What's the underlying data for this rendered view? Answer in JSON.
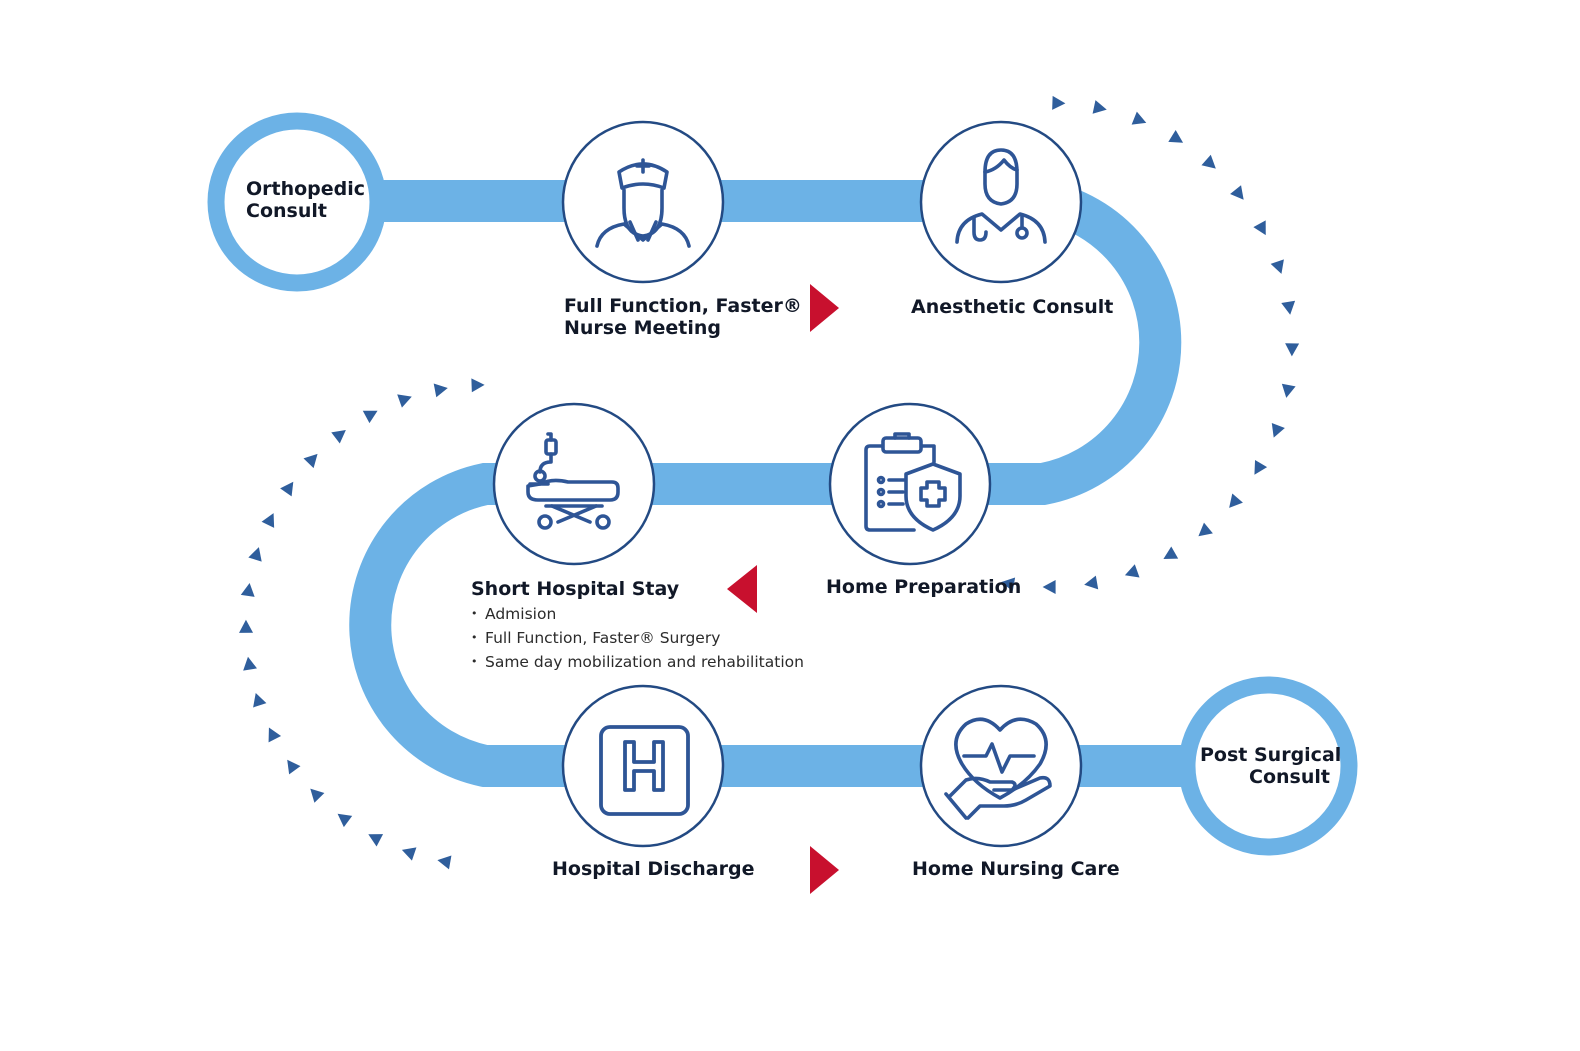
{
  "colors": {
    "path": "#6cb2e6",
    "node_border": "#234a83",
    "icon": "#2e5596",
    "arrow_red": "#c8102e",
    "chevron": "#2f5e9c",
    "label": "#111827"
  },
  "steps": [
    {
      "label": "Orthopedic\nConsult",
      "icon": "none"
    },
    {
      "label": "Full Function, Faster®\nNurse Meeting",
      "icon": "nurse-icon"
    },
    {
      "label": "Anesthetic Consult",
      "icon": "doctor-icon"
    },
    {
      "label": "Home Preparation",
      "icon": "clipboard-shield-icon"
    },
    {
      "label": "Short Hospital Stay",
      "icon": "hospital-bed-icon",
      "details": [
        "Admision",
        "Full Function, Faster® Surgery",
        "Same day mobilization and rehabilitation"
      ]
    },
    {
      "label": "Hospital Discharge",
      "icon": "hospital-sign-icon"
    },
    {
      "label": "Home Nursing Care",
      "icon": "heart-hand-icon"
    },
    {
      "label": "Post Surgical\nConsult",
      "icon": "none"
    }
  ],
  "arrows": [
    "right-arrow-icon",
    "left-arrow-icon",
    "right-arrow-icon"
  ]
}
